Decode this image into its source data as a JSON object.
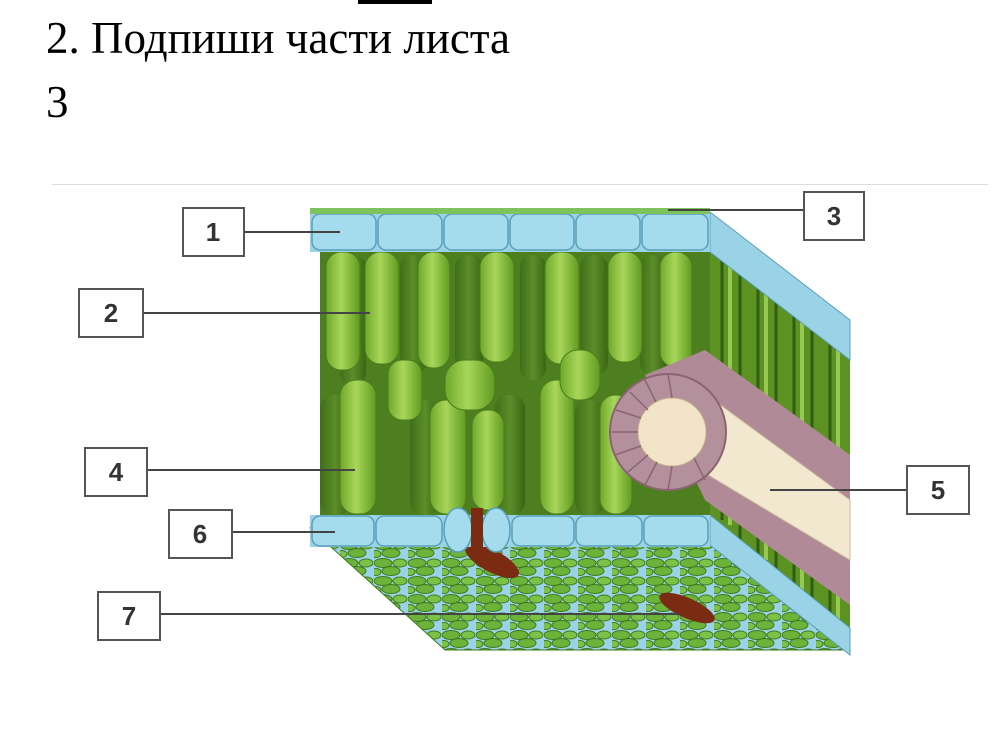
{
  "heading": "2. Подпиши части листа",
  "sub_number": "3",
  "diagram": {
    "labels": [
      "1",
      "2",
      "3",
      "4",
      "5",
      "6",
      "7"
    ]
  }
}
